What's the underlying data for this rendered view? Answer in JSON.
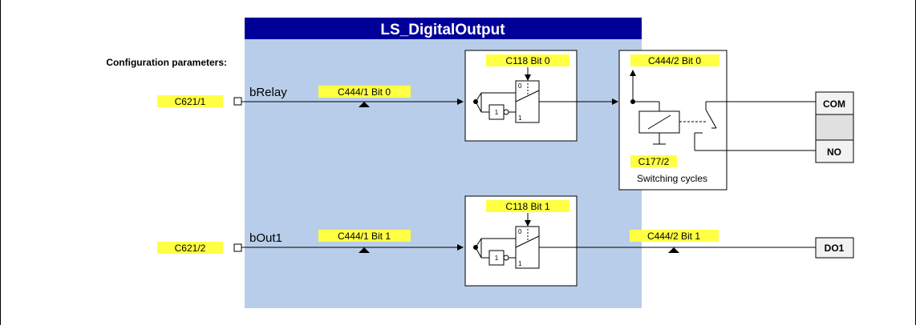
{
  "title": "LS_DigitalOutput",
  "config_label": "Configuration parameters:",
  "params": {
    "p1": "C621/1",
    "p2": "C621/2"
  },
  "inputs": {
    "in1": "bRelay",
    "in2": "bOut1"
  },
  "diagnostics": {
    "in1": "C444/1 Bit 0",
    "in2": "C444/1 Bit 1",
    "relay_state": "C444/2 Bit 0",
    "out1_state": "C444/2 Bit 1"
  },
  "inversion": {
    "block1": "C118 Bit 0",
    "block2": "C118 Bit 1",
    "not_label": "1",
    "switch_top": "0",
    "switch_bottom": "1"
  },
  "relay": {
    "cycles_param": "C177/2",
    "cycles_label": "Switching cycles"
  },
  "terminals": {
    "com": "COM",
    "no": "NO",
    "do1": "DO1"
  },
  "colors": {
    "panel": "#b8cde9",
    "title_bar": "#000099",
    "param_highlight": "#ffff44",
    "terminal_fill": "#e0e0e0",
    "frame_border": "#000000"
  }
}
